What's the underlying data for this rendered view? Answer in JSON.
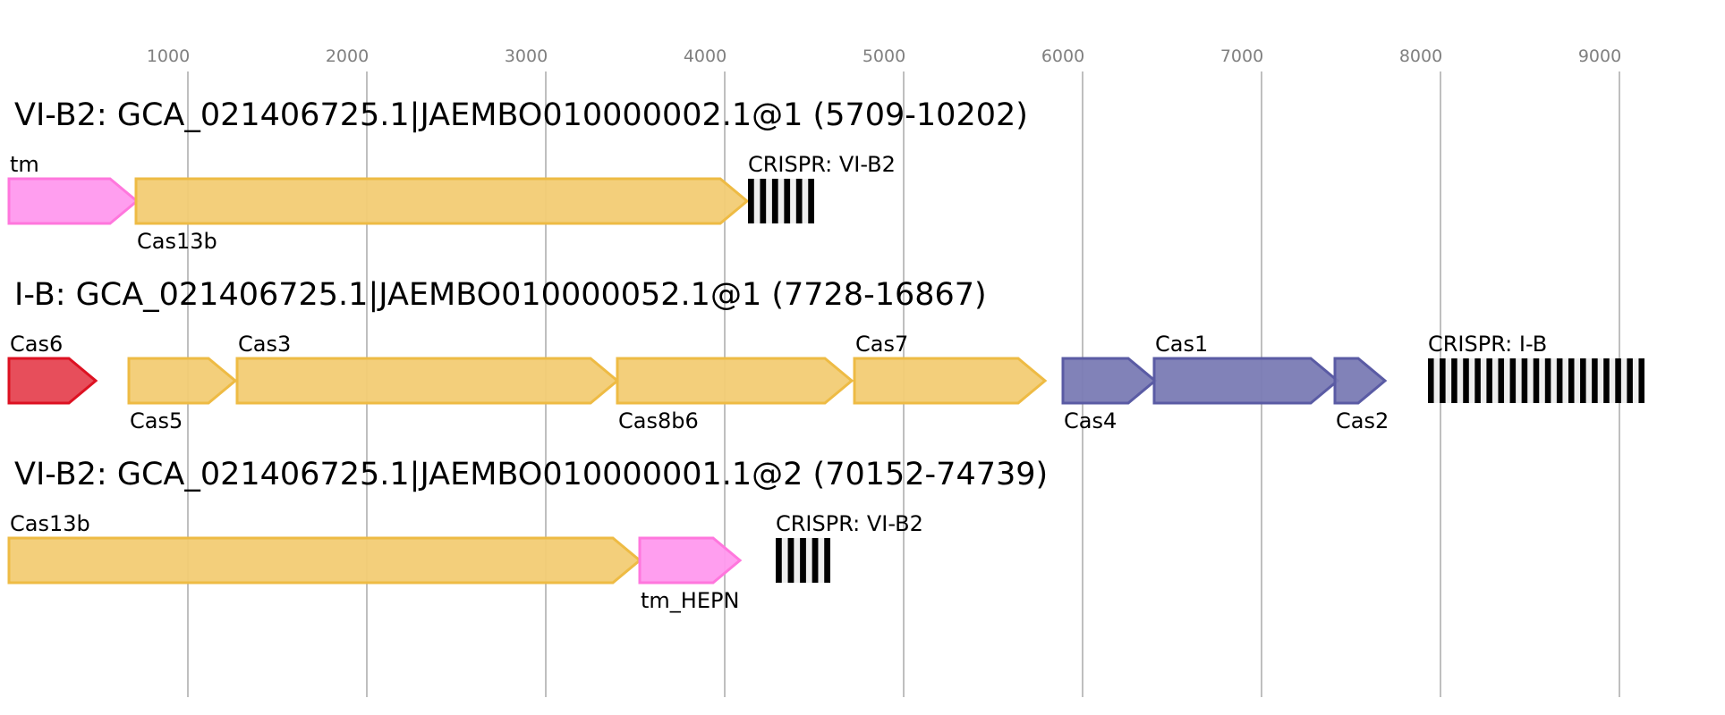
{
  "axis": {
    "unit": "bp",
    "ticks": [
      1000,
      2000,
      3000,
      4000,
      5000,
      6000,
      7000,
      8000,
      9000
    ],
    "tick_labels": [
      "1000",
      "2000",
      "3000",
      "4000",
      "5000",
      "6000",
      "7000",
      "8000",
      "9000"
    ]
  },
  "colors": {
    "tm": "#ff99ee",
    "tm_stroke": "#ff77dd",
    "yellow": "#f2cc74",
    "yellow_stroke": "#eebb44",
    "red": "#e64452",
    "red_stroke": "#dd1122",
    "blue": "#7a7bb4",
    "blue_stroke": "#5a5ba4",
    "crispr_repeat": "#000000",
    "crispr_spacer": "#eeeeee",
    "grid": "#bfbfbf",
    "tick_text": "#808080"
  },
  "loci": [
    {
      "title": "VI-B2: GCA_021406725.1|JAEMBO010000002.1@1 (5709-10202)",
      "genes": [
        {
          "name": "tm",
          "start": 0,
          "end": 715,
          "color": "tm",
          "label_pos": "above"
        },
        {
          "name": "Cas13b",
          "start": 710,
          "end": 4125,
          "color": "yellow",
          "label_pos": "below"
        }
      ],
      "crispr": {
        "label": "CRISPR: VI-B2",
        "start": 4130,
        "end": 4500,
        "repeats": 6
      }
    },
    {
      "title": "I-B: GCA_021406725.1|JAEMBO010000052.1@1 (7728-16867)",
      "genes": [
        {
          "name": "Cas6",
          "start": 0,
          "end": 485,
          "color": "red",
          "label_pos": "above"
        },
        {
          "name": "Cas5",
          "start": 670,
          "end": 1265,
          "color": "yellow",
          "label_pos": "below"
        },
        {
          "name": "Cas3",
          "start": 1275,
          "end": 3400,
          "color": "yellow",
          "label_pos": "above"
        },
        {
          "name": "Cas8b6",
          "start": 3400,
          "end": 4710,
          "color": "yellow",
          "label_pos": "below"
        },
        {
          "name": "Cas7",
          "start": 4725,
          "end": 5790,
          "color": "yellow",
          "label_pos": "above"
        },
        {
          "name": "Cas4",
          "start": 5890,
          "end": 6405,
          "color": "blue",
          "label_pos": "below"
        },
        {
          "name": "Cas1",
          "start": 6400,
          "end": 7425,
          "color": "blue",
          "label_pos": "above"
        },
        {
          "name": "Cas2",
          "start": 7410,
          "end": 7690,
          "color": "blue",
          "label_pos": "below"
        }
      ],
      "crispr": {
        "label": "CRISPR: I-B",
        "start": 7930,
        "end": 9140,
        "repeats": 19
      }
    },
    {
      "title": "VI-B2: GCA_021406725.1|JAEMBO010000001.1@2 (70152-74739)",
      "genes": [
        {
          "name": "Cas13b",
          "start": 0,
          "end": 3525,
          "color": "yellow",
          "label_pos": "above"
        },
        {
          "name": "tm_HEPN",
          "start": 3525,
          "end": 4085,
          "color": "tm",
          "label_pos": "below"
        }
      ],
      "crispr": {
        "label": "CRISPR: VI-B2",
        "start": 4285,
        "end": 4590,
        "repeats": 5
      }
    }
  ]
}
